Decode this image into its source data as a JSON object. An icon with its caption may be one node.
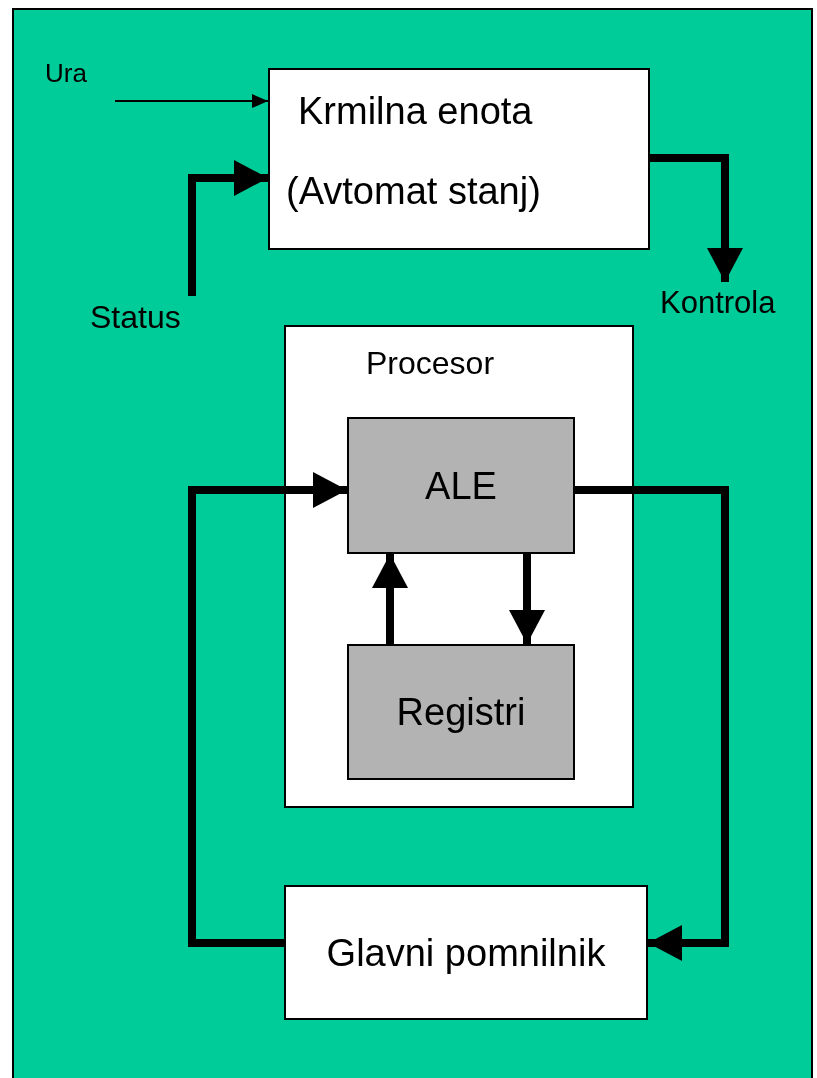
{
  "diagram": {
    "nodes": [
      {
        "text": [
          "Ura"
        ]
      },
      {
        "text": [
          "Krmilna enota",
          "(Avtomat stanj)"
        ]
      },
      {
        "text": [
          "Status"
        ]
      },
      {
        "text": [
          "Kontrola"
        ]
      },
      {
        "text": [
          "Procesor"
        ]
      },
      {
        "text": [
          "ALE"
        ],
        "in": 4
      },
      {
        "text": [
          "Registri"
        ],
        "in": 4
      },
      {
        "text": [
          "Glavni pomnilnik"
        ]
      }
    ],
    "edges": [
      {
        "from": 0,
        "to": 1,
        "arrow": "to"
      },
      {
        "from": 2,
        "to": 1,
        "arrow": "to"
      },
      {
        "from": 1,
        "to": 3,
        "arrow": "to"
      },
      {
        "from": 7,
        "to": 5,
        "arrow": "to"
      },
      {
        "from": 5,
        "to": 7,
        "arrow": "to"
      },
      {
        "from": 6,
        "to": 5,
        "arrow": "to"
      },
      {
        "from": 5,
        "to": 6,
        "arrow": "to"
      }
    ]
  }
}
